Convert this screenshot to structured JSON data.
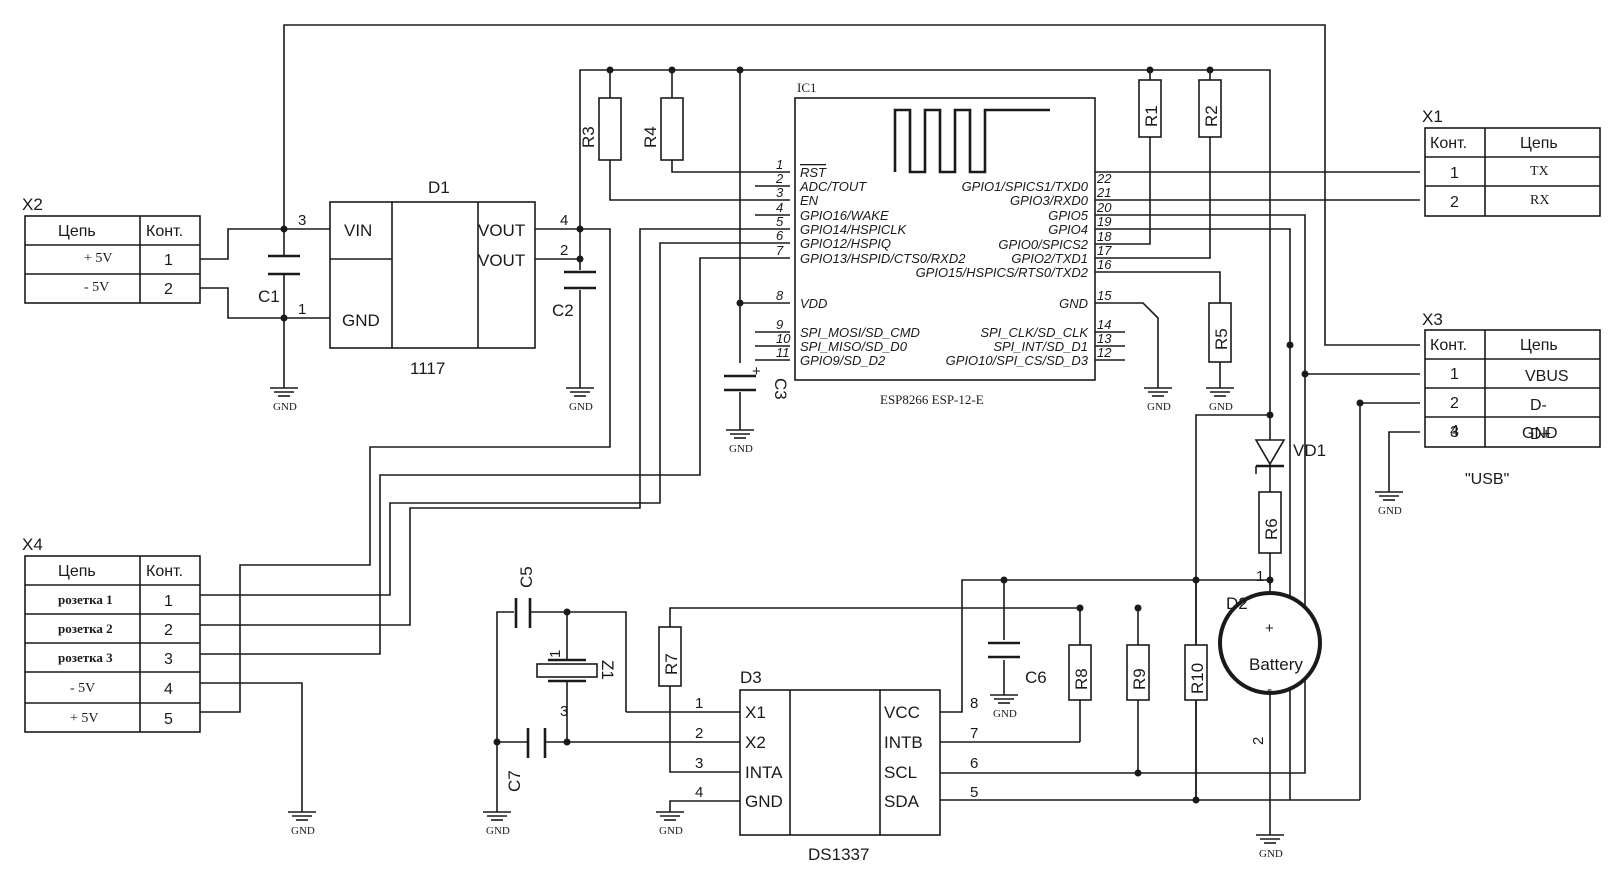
{
  "ic1": {
    "ref": "IC1",
    "part": "ESP8266 ESP-12-E",
    "left_pins": [
      {
        "num": "1",
        "name": "RST"
      },
      {
        "num": "2",
        "name": "ADC/TOUT"
      },
      {
        "num": "3",
        "name": "EN"
      },
      {
        "num": "4",
        "name": "GPIO16/WAKE"
      },
      {
        "num": "5",
        "name": "GPIO14/HSPICLK"
      },
      {
        "num": "6",
        "name": "GPIO12/HSPIQ"
      },
      {
        "num": "7",
        "name": "GPIO13/HSPID/CTS0/RXD2"
      },
      {
        "num": "8",
        "name": "VDD"
      },
      {
        "num": "9",
        "name": "SPI_MOSI/SD_CMD"
      },
      {
        "num": "10",
        "name": "SPI_MISO/SD_D0"
      },
      {
        "num": "11",
        "name": "GPIO9/SD_D2"
      }
    ],
    "right_pins": [
      {
        "num": "22",
        "name": "GPIO1/SPICS1/TXD0"
      },
      {
        "num": "21",
        "name": "GPIO3/RXD0"
      },
      {
        "num": "20",
        "name": "GPIO5"
      },
      {
        "num": "19",
        "name": "GPIO4"
      },
      {
        "num": "18",
        "name": "GPIO0/SPICS2"
      },
      {
        "num": "17",
        "name": "GPIO2/TXD1"
      },
      {
        "num": "16",
        "name": "GPIO15/HSPICS/RTS0/TXD2"
      },
      {
        "num": "15",
        "name": "GND"
      },
      {
        "num": "14",
        "name": "SPI_CLK/SD_CLK"
      },
      {
        "num": "13",
        "name": "SPI_INT/SD_D1"
      },
      {
        "num": "12",
        "name": "GPIO10/SPI_CS/SD_D3"
      }
    ]
  },
  "d1": {
    "ref": "D1",
    "part": "1117",
    "pin_vin": "VIN",
    "pin_gnd": "GND",
    "pin_vout1": "VOUT",
    "pin_vout2": "VOUT",
    "num_vin": "3",
    "num_gnd": "1",
    "num_vout1": "4",
    "num_vout2": "2"
  },
  "d3": {
    "ref": "D3",
    "part": "DS1337",
    "left": [
      {
        "num": "1",
        "name": "X1"
      },
      {
        "num": "2",
        "name": "X2"
      },
      {
        "num": "3",
        "name": "INTA"
      },
      {
        "num": "4",
        "name": "GND"
      }
    ],
    "right": [
      {
        "num": "8",
        "name": "VCC"
      },
      {
        "num": "7",
        "name": "INTB"
      },
      {
        "num": "6",
        "name": "SCL"
      },
      {
        "num": "5",
        "name": "SDA"
      }
    ]
  },
  "d2": {
    "ref": "D2",
    "label": "Battery",
    "plus": "+",
    "minus": "-",
    "pin1": "1",
    "pin2": "2"
  },
  "components": {
    "c1": "C1",
    "c2": "C2",
    "c3": "C3",
    "c3_plus": "+",
    "c5": "C5",
    "c6": "C6",
    "c7": "C7",
    "r1": "R1",
    "r2": "R2",
    "r3": "R3",
    "r4": "R4",
    "r5": "R5",
    "r6": "R6",
    "r7": "R7",
    "r8": "R8",
    "r9": "R9",
    "r10": "R10",
    "vd1": "VD1",
    "z1": "Z1",
    "z1_pin1": "1",
    "z1_pin3": "3"
  },
  "gnd_label": "GND",
  "x1": {
    "ref": "X1",
    "col_pin": "Конт.",
    "col_net": "Цепь",
    "rows": [
      {
        "pin": "1",
        "net": "TX"
      },
      {
        "pin": "2",
        "net": "RX"
      }
    ]
  },
  "x2": {
    "ref": "X2",
    "col_net": "Цепь",
    "col_pin": "Конт.",
    "rows": [
      {
        "net": "+ 5V",
        "pin": "1"
      },
      {
        "net": "- 5V",
        "pin": "2"
      }
    ]
  },
  "x3": {
    "ref": "X3",
    "caption": "\"USB\"",
    "col_pin": "Конт.",
    "col_net": "Цепь",
    "rows": [
      {
        "pin": "1",
        "net": "VBUS"
      },
      {
        "pin": "2",
        "net": "D-"
      },
      {
        "pin": "3",
        "net": "D+"
      },
      {
        "pin": "4",
        "net": "GND"
      }
    ]
  },
  "x4": {
    "ref": "X4",
    "col_net": "Цепь",
    "col_pin": "Конт.",
    "rows": [
      {
        "net": "розетка 1",
        "pin": "1"
      },
      {
        "net": "розетка 2",
        "pin": "2"
      },
      {
        "net": "розетка 3",
        "pin": "3"
      },
      {
        "net": "- 5V",
        "pin": "4"
      },
      {
        "net": "+ 5V",
        "pin": "5"
      }
    ]
  }
}
